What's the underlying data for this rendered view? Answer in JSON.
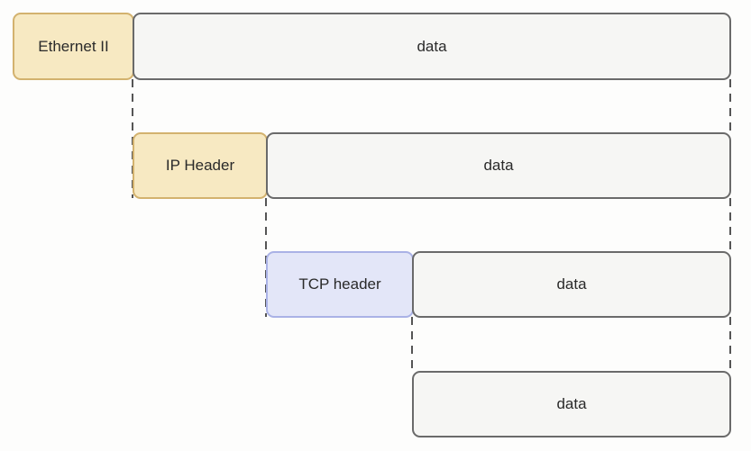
{
  "layers": [
    {
      "header": "Ethernet II",
      "data": "data"
    },
    {
      "header": "IP Header",
      "data": "data"
    },
    {
      "header": "TCP header",
      "data": "data"
    },
    {
      "data": "data"
    }
  ],
  "colors": {
    "link_header": "#f7e9c2",
    "ip_header": "#f7e9c2",
    "tcp_header": "#e3e6f8",
    "data": "#f6f6f4"
  }
}
